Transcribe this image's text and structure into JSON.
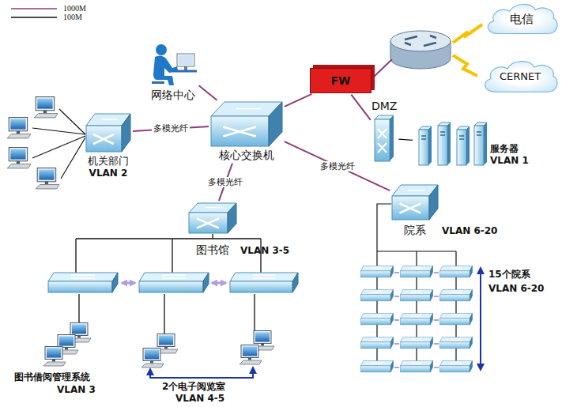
{
  "diagram": {
    "nodes": [
      {
        "text": [
          "电信"
        ]
      },
      {
        "text": [
          "CERNET"
        ]
      },
      {
        "text": [
          "网络中心"
        ]
      },
      {
        "text": [
          "FW"
        ]
      },
      {
        "text": [
          "DMZ"
        ]
      },
      {
        "text": [
          "核心交换机"
        ]
      },
      {
        "text": [
          "机关部门",
          "VLAN 2"
        ]
      },
      {
        "text": [
          "服务器",
          "VLAN 1"
        ]
      },
      {
        "text": [
          "VLAN 3-5",
          "图书馆"
        ]
      },
      {
        "text": [
          "VLAN 6-20",
          "院系"
        ]
      }
    ],
    "edges": [
      {
        "from": 5,
        "to": 2,
        "arrow": "none"
      },
      {
        "from": 5,
        "to": 3,
        "arrow": "none"
      },
      {
        "from": 5,
        "to": 6,
        "arrow": "none",
        "label": "多模光纤"
      },
      {
        "from": 5,
        "to": 8,
        "arrow": "none",
        "label": "多模光纤"
      },
      {
        "from": 5,
        "to": 9,
        "arrow": "none",
        "label": "多模光纤"
      },
      {
        "from": 3,
        "to": 4,
        "arrow": "none"
      },
      {
        "from": 4,
        "to": 7,
        "arrow": "none"
      }
    ],
    "labels": [
      "15个院系",
      "VLAN 6-20",
      "图书借阅管理系统",
      "VLAN 3",
      "2个电子阅览室",
      "VLAN 4-5"
    ],
    "legend": [
      {
        "text": "1000M"
      },
      {
        "text": "100M"
      }
    ]
  }
}
